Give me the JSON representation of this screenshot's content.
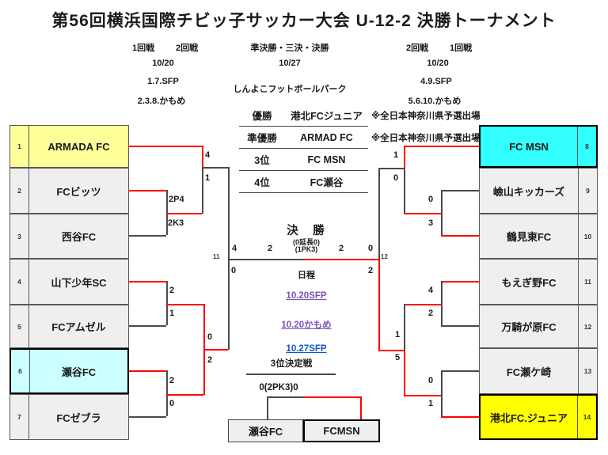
{
  "title": "第56回横浜国際チビッ子サッカー大会  U-12-2  決勝トーナメント",
  "header": {
    "left": {
      "round1": "1回戦",
      "round2": "2回戦",
      "date": "10/20",
      "venue1": "1.7.SFP",
      "venue2": "2.3.8.かもめ"
    },
    "center": {
      "rounds": "準決勝・三決・決勝",
      "date": "10/27",
      "venue": "しんよこフットボールパーク"
    },
    "right": {
      "round2": "2回戦",
      "round1": "1回戦",
      "date": "10/20",
      "venue1": "4.9.SFP",
      "venue2": "5.6.10.かもめ"
    }
  },
  "results": [
    {
      "rank": "優勝",
      "team": "港北FCジュニア",
      "note": "※全日本神奈川県予選出場"
    },
    {
      "rank": "準優勝",
      "team": "ARMAD FC",
      "note": "※全日本神奈川県予選出場"
    },
    {
      "rank": "3位",
      "team": "FC MSN",
      "note": ""
    },
    {
      "rank": "4位",
      "team": "FC瀬谷",
      "note": ""
    }
  ],
  "teams_left": [
    {
      "no": "1",
      "name": "ARMADA FC"
    },
    {
      "no": "2",
      "name": "FCビッツ"
    },
    {
      "no": "3",
      "name": "西谷FC"
    },
    {
      "no": "4",
      "name": "山下少年SC"
    },
    {
      "no": "5",
      "name": "FCアムゼル"
    },
    {
      "no": "6",
      "name": "瀬谷FC"
    },
    {
      "no": "7",
      "name": "FCゼブラ"
    }
  ],
  "teams_right": [
    {
      "no": "8",
      "name": "FC MSN"
    },
    {
      "no": "9",
      "name": "嶮山キッカーズ"
    },
    {
      "no": "10",
      "name": "鶴見東FC"
    },
    {
      "no": "11",
      "name": "もえぎ野FC"
    },
    {
      "no": "12",
      "name": "万騎が原FC"
    },
    {
      "no": "13",
      "name": "FC瀬ケ崎"
    },
    {
      "no": "14",
      "name": "港北FC.ジュニア"
    }
  ],
  "final_label": "決　勝",
  "scores": {
    "l_r2_top": "4",
    "l_r2_bot": "1",
    "l_m23_top": "2P4",
    "l_m23_bot": "2K3",
    "l_m45_top": "2",
    "l_m45_bot": "1",
    "l_m67_top": "2",
    "l_m67_bot": "0",
    "l_r2b_top": "0",
    "l_r2b_bot": "2",
    "sf1_top": "4",
    "sf1_bot": "0",
    "sf1_no": "11",
    "final_left": "2",
    "final_note1": "(0延長0)",
    "final_note2": "(1PK3)",
    "final_right": "2",
    "sf2_top": "0",
    "sf2_bot": "2",
    "sf2_no": "12",
    "r_r2_top": "1",
    "r_r2_bot": "0",
    "r_m910_top": "0",
    "r_m910_bot": "3",
    "r_m1112_top": "4",
    "r_m1112_bot": "2",
    "r_r2b_top": "1",
    "r_r2b_bot": "5",
    "r_m1314_top": "0",
    "r_m1314_bot": "1"
  },
  "schedule": {
    "label": "日程",
    "links": [
      {
        "text": "10.20SFP"
      },
      {
        "text": "10.20かもめ"
      },
      {
        "text": "10.27SFP"
      }
    ]
  },
  "third_place": {
    "title": "3位決定戦",
    "score": "0(2PK3)0",
    "left_team": "瀬谷FC",
    "right_team": "FCMSN"
  },
  "colors": {
    "red": "#ff0000",
    "line": "#4a4a4a",
    "yellow": "#ffff00",
    "yellowLight": "#ffff99",
    "cyan": "#33ffff",
    "cyanLight": "#ccffff",
    "grayFill": "#efefef",
    "linkPurple": "#7b52b8",
    "linkBlue": "#1155cc"
  }
}
